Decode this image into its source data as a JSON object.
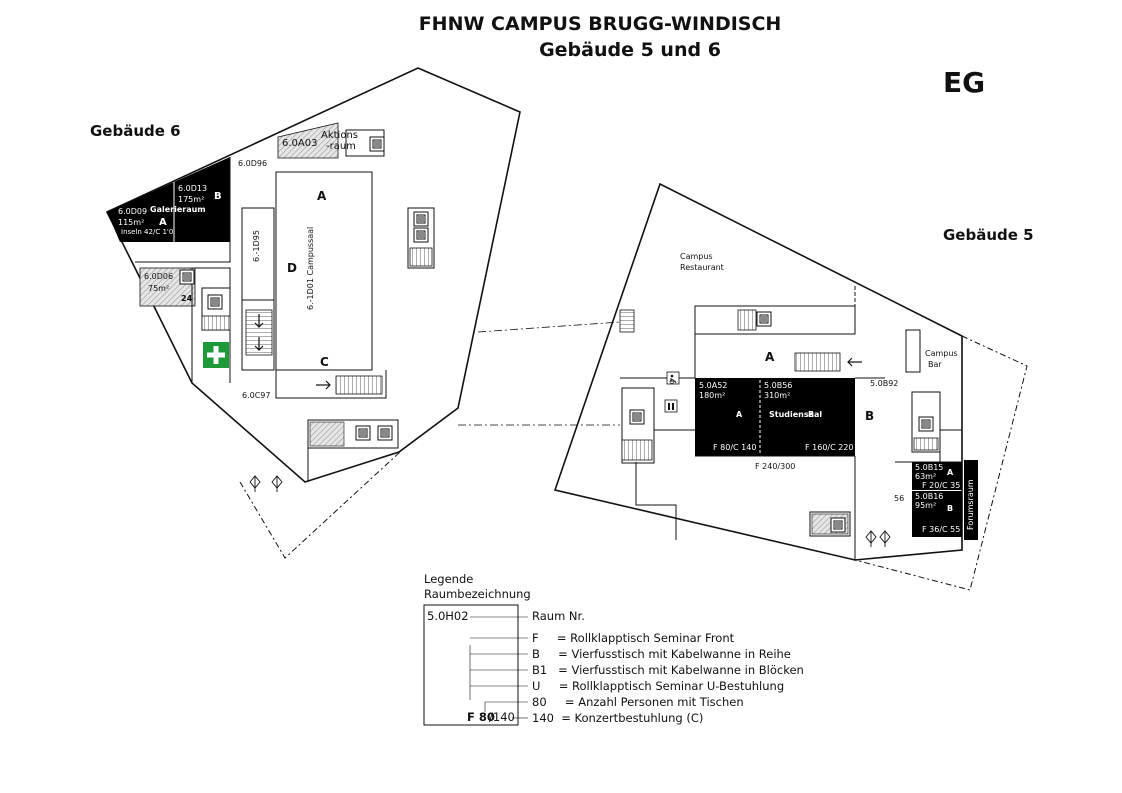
{
  "header": {
    "title": "FHNW CAMPUS BRUGG-WINDISCH",
    "subtitle": "Gebäude 5 und 6",
    "floor": "EG"
  },
  "building6": {
    "name": "Gebäude 6",
    "rooms": {
      "aktionsraum_id": "6.0A03",
      "aktionsraum_name1": "Aktions",
      "aktionsraum_name2": "-raum",
      "corridor_top": "6.0D96",
      "d13_id": "6.0D13",
      "d13_area": "175m²",
      "d13_part": "B",
      "d09_id": "6.0D09",
      "d09_area": "115m²",
      "d09_part": "A",
      "galerie": "Galerieraum",
      "d09_seats": "Inseln 42/C 1'0",
      "d06_id": "6.0D06",
      "d06_area": "75m²",
      "d06_seats": "24",
      "stair_label": "6.-1D95",
      "campussaal": "6.-1D01 Campussaal",
      "sec_a": "A",
      "sec_d": "D",
      "sec_c": "C",
      "corridor_bottom": "6.0C97"
    }
  },
  "building5": {
    "name": "Gebäude 5",
    "restaurant1": "Campus",
    "restaurant2": "Restaurant",
    "bar1": "Campus",
    "bar2": "Bar",
    "sec_a": "A",
    "sec_b": "B",
    "a52_id": "5.0A52",
    "a52_area": "180m²",
    "b56_id": "5.0B56",
    "b56_area": "310m²",
    "studiensaal": "Studiensaal",
    "studien_a": "A",
    "studien_b": "B",
    "a52_seats": "F 80/C 140",
    "b56_seats": "F 160/C 220",
    "total_seats": "F 240/300",
    "b92": "5.0B92",
    "b15_id": "5.0B15",
    "b15_area": "63m²",
    "b15_part": "A",
    "b15_seats": "F 20/C 35",
    "b16_id": "5.0B16",
    "b16_area": "95m²",
    "b16_part": "B",
    "b16_seats": "F 36/C 55",
    "forumsraum": "Forumsraum",
    "label_56": "56"
  },
  "legend": {
    "title1": "Legende",
    "title2": "Raumbezeichnung",
    "sample_room": "5.0H02",
    "sample_seats_bold": "F 80",
    "sample_seats_rest": "/140",
    "items": [
      "Raum Nr.",
      "F     = Rollklapptisch Seminar Front",
      "B     = Vierfusstisch mit Kabelwanne in Reihe",
      "B1   = Vierfusstisch mit Kabelwanne in Blöcken",
      "U     = Rollklapptisch Seminar U-Bestuhlung",
      "80     = Anzahl Personen mit Tischen",
      "140  = Konzertbestuhlung (C)"
    ]
  },
  "colors": {
    "room_dark": "#000000",
    "hatch": "#cfcfcf",
    "first_aid": "#1f9a3a",
    "line": "#111111"
  },
  "icons": [
    "elevator-icon",
    "wheelchair-icon",
    "restroom-icon",
    "first-aid-icon",
    "door-icon",
    "arrow-icon"
  ]
}
